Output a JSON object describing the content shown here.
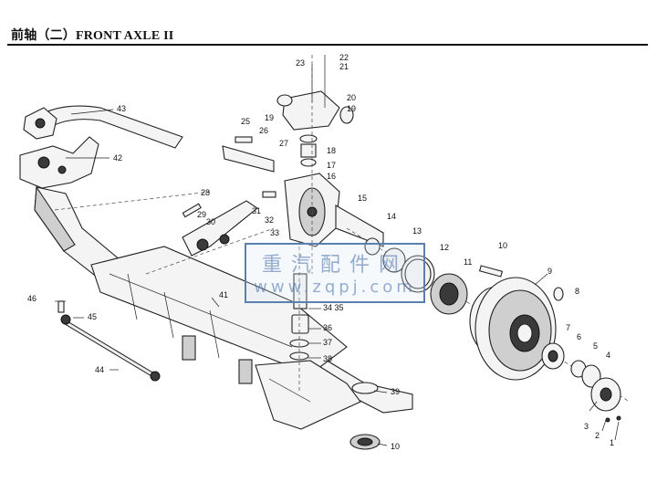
{
  "header": {
    "title": "前轴（二）FRONT AXLE II"
  },
  "watermark": {
    "text": "重汽配件网",
    "url": "www.zqpj.com",
    "color": "#5a7fb0"
  },
  "callouts": [
    {
      "id": "c1",
      "label": "1"
    },
    {
      "id": "c2",
      "label": "2"
    },
    {
      "id": "c3",
      "label": "3"
    },
    {
      "id": "c4",
      "label": "4"
    },
    {
      "id": "c5",
      "label": "5"
    },
    {
      "id": "c6",
      "label": "6"
    },
    {
      "id": "c7",
      "label": "7"
    },
    {
      "id": "c8",
      "label": "8"
    },
    {
      "id": "c9",
      "label": "9"
    },
    {
      "id": "c10a",
      "label": "10"
    },
    {
      "id": "c10b",
      "label": "10"
    },
    {
      "id": "c11",
      "label": "11"
    },
    {
      "id": "c12",
      "label": "12"
    },
    {
      "id": "c13",
      "label": "13"
    },
    {
      "id": "c14",
      "label": "14"
    },
    {
      "id": "c15",
      "label": "15"
    },
    {
      "id": "c16",
      "label": "16"
    },
    {
      "id": "c17",
      "label": "17"
    },
    {
      "id": "c18",
      "label": "18"
    },
    {
      "id": "c19a",
      "label": "19"
    },
    {
      "id": "c19b",
      "label": "19"
    },
    {
      "id": "c20",
      "label": "20"
    },
    {
      "id": "c21",
      "label": "21"
    },
    {
      "id": "c22",
      "label": "22"
    },
    {
      "id": "c23",
      "label": "23"
    },
    {
      "id": "c25",
      "label": "25"
    },
    {
      "id": "c26",
      "label": "26"
    },
    {
      "id": "c27",
      "label": "27"
    },
    {
      "id": "c28",
      "label": "28"
    },
    {
      "id": "c29",
      "label": "29"
    },
    {
      "id": "c30",
      "label": "30"
    },
    {
      "id": "c31",
      "label": "31"
    },
    {
      "id": "c32",
      "label": "32"
    },
    {
      "id": "c33",
      "label": "33"
    },
    {
      "id": "c3435",
      "label": "34 35"
    },
    {
      "id": "c36",
      "label": "36"
    },
    {
      "id": "c37",
      "label": "37"
    },
    {
      "id": "c38",
      "label": "38"
    },
    {
      "id": "c39",
      "label": "39"
    },
    {
      "id": "c41",
      "label": "41"
    },
    {
      "id": "c42",
      "label": "42"
    },
    {
      "id": "c43",
      "label": "43"
    },
    {
      "id": "c44",
      "label": "44"
    },
    {
      "id": "c45",
      "label": "45"
    },
    {
      "id": "c46",
      "label": "46"
    }
  ]
}
